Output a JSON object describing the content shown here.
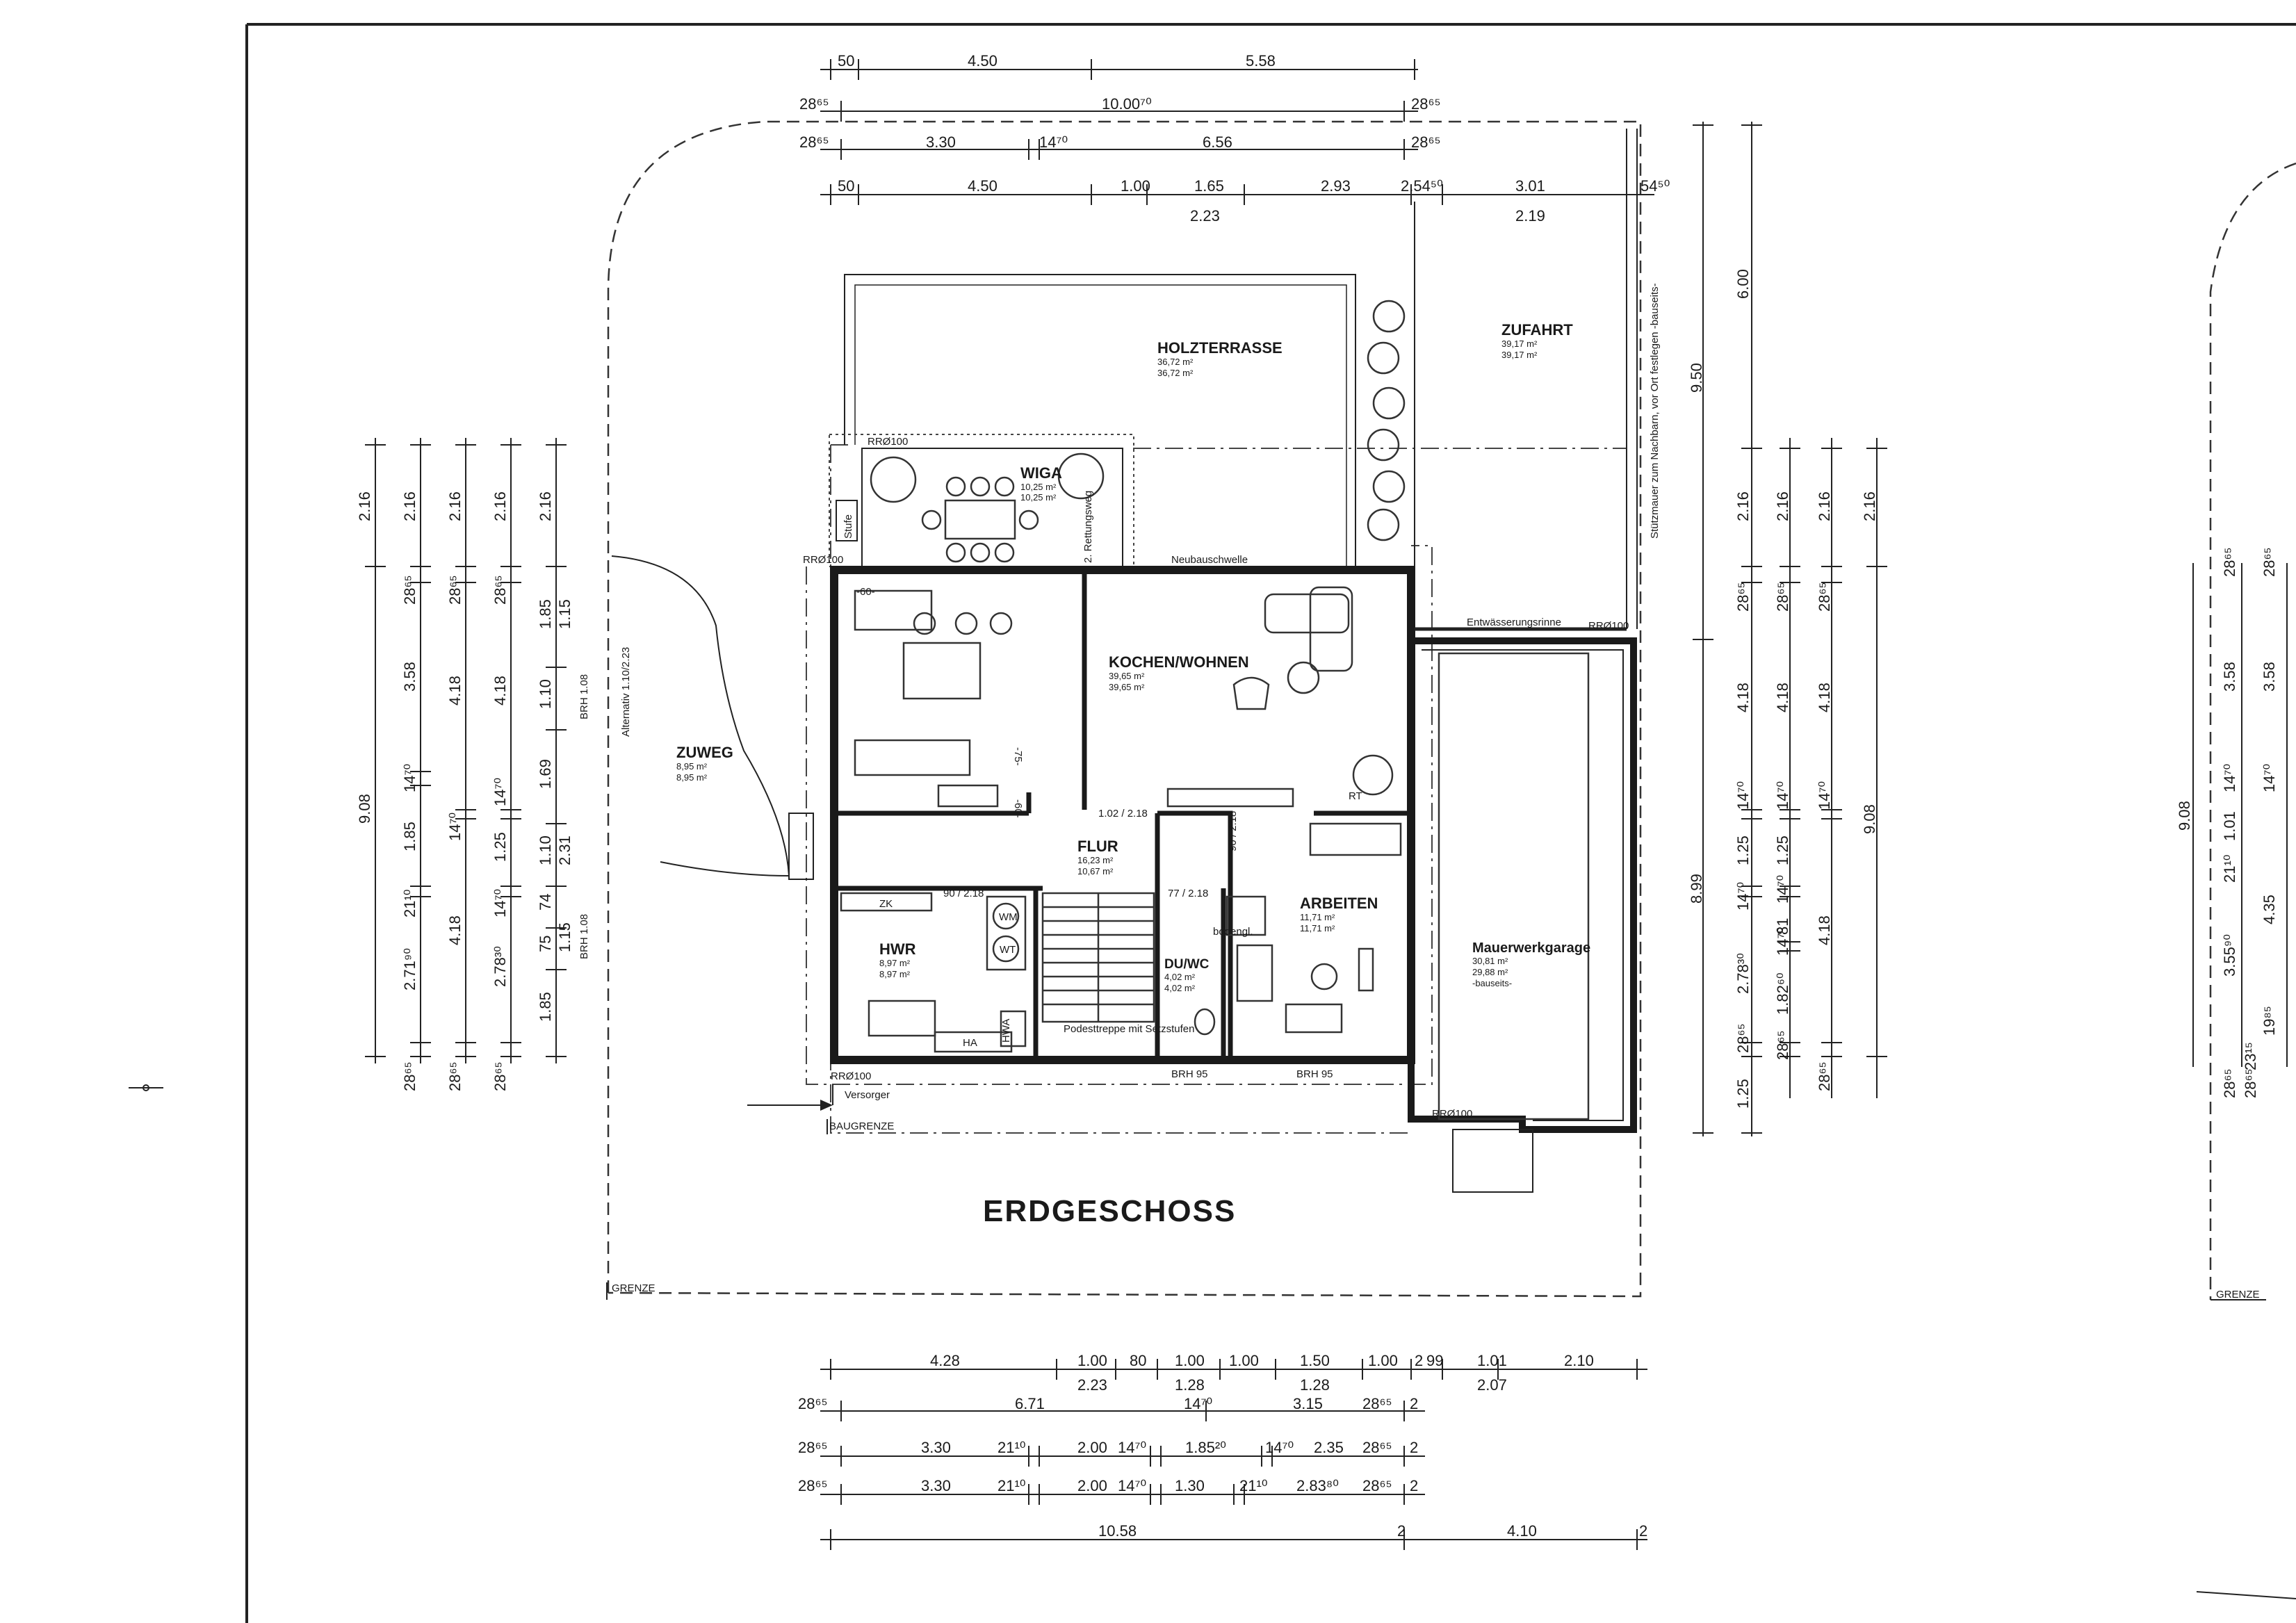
{
  "drawing": {
    "title": "ERDGESCHOSS",
    "property_line_label": "GRENZE",
    "building_limit_label": "BAUGRENZE",
    "supply_label": "Versorger",
    "new_wall_label": "Neubauschwelle",
    "drain_label": "Entwässerungsrinne",
    "retaining_wall_note": "Stützmauer zum Nachbarn, vor Ort festlegen -bauseits-",
    "step_label": "Stufe",
    "escape_route_label": "2. Rettungsweg",
    "alternative_label": "Alternativ 1.10/2.23",
    "stairs_label": "Podesttreppe mit Setzstufen",
    "shower_label": "bodengl.",
    "door_label_flur": "1.02 / 2.18",
    "door_label_hwr": "90 / 2.18",
    "door_label_du": "77 / 2.18",
    "door_label_arb": "90 / 2.18",
    "rr_labels": [
      "RRØ100",
      "RRØ100",
      "RRØ100",
      "RRØ100",
      "RRØ100"
    ],
    "brh_labels": [
      "BRH 95",
      "BRH 95",
      "BRH 1.08",
      "BRH 1.08"
    ],
    "wall_niche_labels": [
      "-60-",
      "-60-",
      "-75-"
    ]
  },
  "rooms": [
    {
      "name": "HOLZTERRASSE",
      "area1": "36,72 m²",
      "area2": "36,72 m²"
    },
    {
      "name": "ZUFAHRT",
      "area1": "39,17 m²",
      "area2": "39,17 m²"
    },
    {
      "name": "WIGA",
      "area1": "10,25 m²",
      "area2": "10,25 m²"
    },
    {
      "name": "KOCHEN/WOHNEN",
      "area1": "39,65 m²",
      "area2": "39,65 m²"
    },
    {
      "name": "ZUWEG",
      "area1": "8,95 m²",
      "area2": "8,95 m²"
    },
    {
      "name": "FLUR",
      "area1": "16,23 m²",
      "area2": "10,67 m²"
    },
    {
      "name": "HWR",
      "area1": "8,97 m²",
      "area2": "8,97 m²"
    },
    {
      "name": "DU/WC",
      "area1": "4,02 m²",
      "area2": "4,02 m²"
    },
    {
      "name": "ARBEITEN",
      "area1": "11,71 m²",
      "area2": "11,71 m²"
    },
    {
      "name": "Mauerwerkgarage",
      "area1": "30,81 m²",
      "area2": "29,88 m²",
      "note": "-bauseits-"
    }
  ],
  "appliances": {
    "wm": "WM",
    "wt": "WT",
    "zk": "ZK",
    "ha": "HA",
    "hwa": "HWA",
    "rt": "RT"
  },
  "top_dims": {
    "row1": [
      "50",
      "4.50",
      "5.58"
    ],
    "row2": [
      "28⁶⁵",
      "10.00⁷⁰",
      "28⁶⁵"
    ],
    "row3": [
      "28⁶⁵",
      "3.30",
      "14⁷⁰",
      "6.56",
      "28⁶⁵"
    ],
    "row4": [
      "50",
      "4.50",
      "1.00",
      "1.65",
      "2.93",
      "2.54⁵⁰",
      "3.01",
      "54⁵⁰"
    ],
    "row4b": [
      "2.23",
      "2.19"
    ]
  },
  "bottom_dims": {
    "row1": [
      "4.28",
      "1.00",
      "80",
      "1.00",
      "1.00",
      "1.50",
      "1.00",
      "2",
      "99",
      "1.01",
      "2.10"
    ],
    "row1b": [
      "2.23",
      "1.28",
      "1.28",
      "2.07"
    ],
    "row2": [
      "28⁶⁵",
      "6.71",
      "14⁷⁰",
      "3.15",
      "28⁶⁵",
      "2"
    ],
    "row3": [
      "28⁶⁵",
      "3.30",
      "21¹⁰",
      "2.00",
      "14⁷⁰",
      "1.85²⁰",
      "14⁷⁰",
      "2.35",
      "28⁶⁵",
      "2"
    ],
    "row4": [
      "28⁶⁵",
      "3.30",
      "21¹⁰",
      "2.00",
      "14⁷⁰",
      "1.30",
      "21¹⁰",
      "2.83⁸⁰",
      "28⁶⁵",
      "2"
    ],
    "row5": [
      "10.58",
      "2",
      "4.10",
      "2"
    ]
  },
  "left_dims": {
    "col1": [
      "2.16",
      "9.08"
    ],
    "col2": [
      "2.16",
      "28⁶⁵",
      "3.58",
      "14⁷⁰",
      "1.85",
      "21¹⁰",
      "2.71⁹⁰",
      "28⁶⁵"
    ],
    "col3": [
      "2.16",
      "28⁶⁵",
      "4.18",
      "14⁷⁰",
      "4.18",
      "28⁶⁵"
    ],
    "col4": [
      "2.16",
      "28⁶⁵",
      "4.18",
      "14⁷⁰",
      "1.25",
      "14⁷⁰",
      "2.78³⁰",
      "28⁶⁵"
    ],
    "col5": [
      "2.16",
      "1.85",
      "1.10",
      "1.69",
      "1.10",
      "74",
      "75",
      "1.85"
    ],
    "col5b": [
      "1.15",
      "2.31",
      "1.15"
    ]
  },
  "right_dims": {
    "col1": [
      "9.50",
      "8.99"
    ],
    "col2": [
      "6.00",
      "2.16",
      "28⁶⁵",
      "4.18",
      "14⁷⁰",
      "1.25",
      "14⁷⁰",
      "2.78³⁰",
      "28⁶⁵",
      "1.25"
    ],
    "col3": [
      "2.16",
      "28⁶⁵",
      "4.18",
      "14⁷⁰",
      "1.25",
      "14⁷⁰",
      "81",
      "14⁷⁰",
      "1.82⁶⁰",
      "28⁶⁵"
    ],
    "col4": [
      "2.16",
      "28⁶⁵",
      "4.18",
      "14⁷⁰",
      "4.18",
      "28⁶⁵"
    ],
    "col5": [
      "2.16",
      "9.08"
    ],
    "far": [
      "9.08",
      "28⁶⁵",
      "3.58",
      "14⁷⁰",
      "1.01",
      "21¹⁰",
      "3.55⁹⁰",
      "28⁶⁵",
      "23¹⁵",
      "19⁸⁵",
      "28⁶⁵",
      "28⁶⁵",
      "3.58",
      "14⁷⁰",
      "4.35"
    ]
  }
}
